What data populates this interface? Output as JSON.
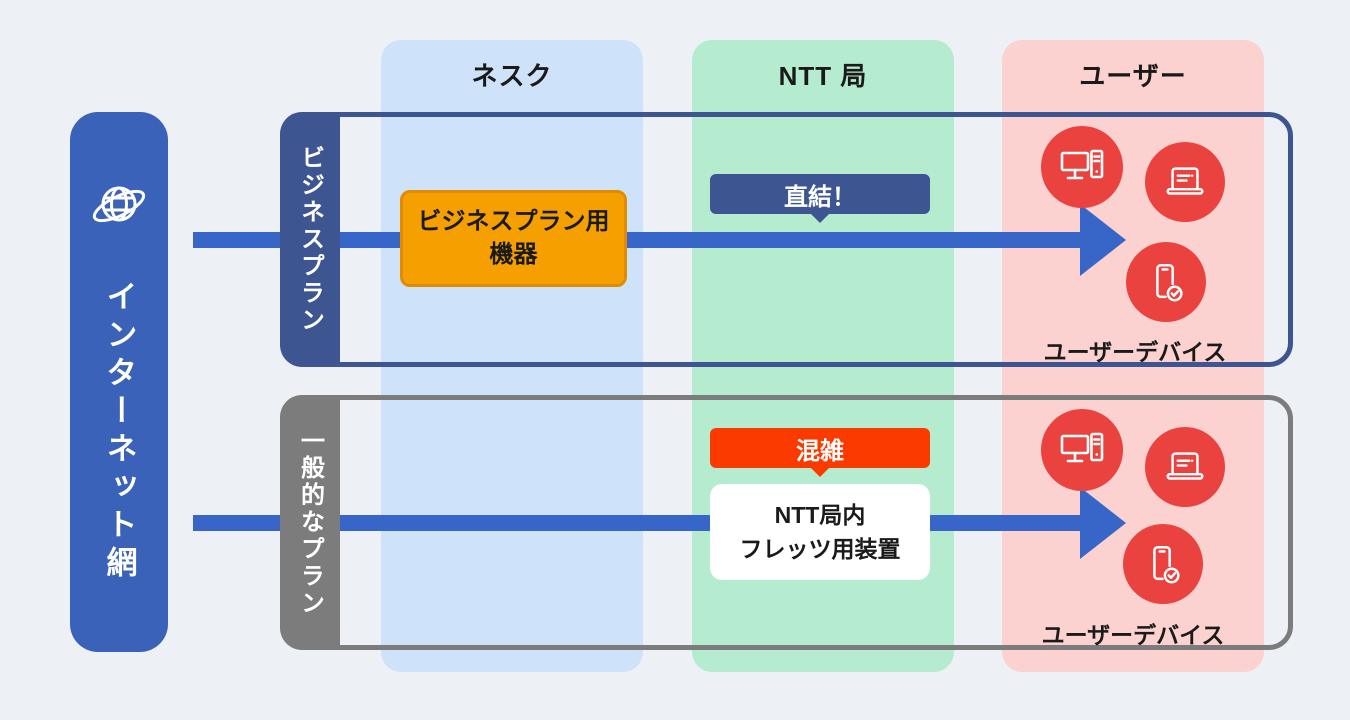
{
  "diagram": {
    "columns": [
      {
        "id": "nesk",
        "label": "ネスク",
        "color": "#cee3f9"
      },
      {
        "id": "ntt",
        "label": "NTT 局",
        "color": "#b5eccf"
      },
      {
        "id": "user",
        "label": "ユーザー",
        "color": "#fcd2d0"
      }
    ],
    "internet": {
      "label": "インターネット網",
      "color": "#3a62b8",
      "icon": "globe-icon"
    },
    "arrow_color": "#3866c8",
    "rows": [
      {
        "id": "business",
        "label": "ビジネスプラン",
        "accent_color": "#3d5591",
        "badge": {
          "label": "直結！",
          "color": "#3d5591"
        },
        "equipment": {
          "line1": "ビジネスプラン用",
          "line2": "機器",
          "color": "#f5a000"
        },
        "devices_label": "ユーザーデバイス"
      },
      {
        "id": "general",
        "label": "一般的なプラン",
        "accent_color": "#7c7c7c",
        "badge": {
          "label": "混雑",
          "color": "#fb3a00"
        },
        "equipment": {
          "line1": "NTT局内",
          "line2": "フレッツ用装置",
          "color": "#ffffff"
        },
        "devices_label": "ユーザーデバイス"
      }
    ],
    "device_icons": [
      "desktop-pc-icon",
      "laptop-icon",
      "smartphone-check-icon"
    ],
    "device_circle_color": "#ea423e"
  }
}
